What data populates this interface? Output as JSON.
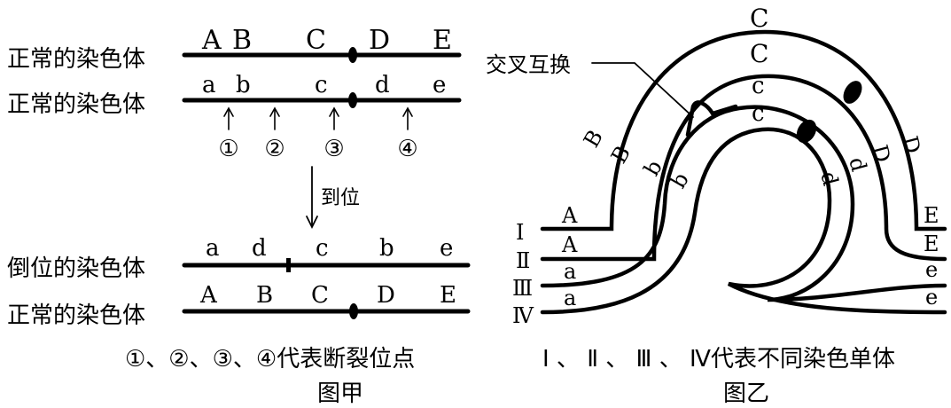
{
  "fig_a": {
    "rows": [
      {
        "label": "正常的染色体",
        "genes": [
          "A",
          "B",
          "C",
          "D",
          "E"
        ]
      },
      {
        "label": "正常的染色体",
        "genes": [
          "a",
          "b",
          "c",
          "d",
          "e"
        ]
      },
      {
        "label": "倒位的染色体",
        "genes": [
          "a",
          "d",
          "c",
          "b",
          "e"
        ]
      },
      {
        "label": "正常的染色体",
        "genes": [
          "A",
          "B",
          "C",
          "D",
          "E"
        ]
      }
    ],
    "breakpoints": [
      "①",
      "②",
      "③",
      "④"
    ],
    "arrow_label": "到位",
    "legend": "①、②、③、④代表断裂位点",
    "caption": "图甲"
  },
  "fig_b": {
    "crossover_label": "交叉互换",
    "strand_labels": [
      "Ⅰ",
      "Ⅱ",
      "Ⅲ",
      "Ⅳ"
    ],
    "left_genes": [
      "A",
      "A",
      "a",
      "a"
    ],
    "right_genes": [
      "E",
      "E",
      "e",
      "e"
    ],
    "loop_b_labels": [
      "B",
      "B",
      "b",
      "b"
    ],
    "loop_c_labels": [
      "C",
      "C",
      "c",
      "c"
    ],
    "loop_d_labels": [
      "D",
      "D",
      "d",
      "d"
    ],
    "legend": "Ⅰ 、 Ⅱ 、 Ⅲ 、 Ⅳ代表不同染色单体",
    "caption": "图乙"
  }
}
